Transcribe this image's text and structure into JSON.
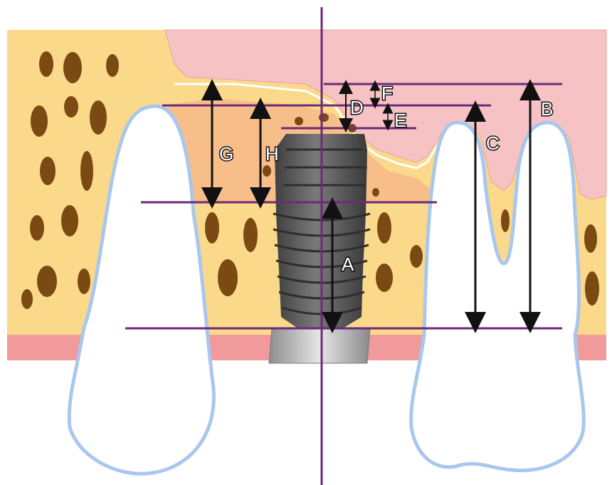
{
  "labels": {
    "a": "A",
    "b": "B",
    "c": "C",
    "d": "D",
    "e": "E",
    "f": "F",
    "g": "G",
    "h": "H"
  },
  "colors": {
    "background": "#ffffff",
    "bone": "#fad98a",
    "bone_pore": "#7a4a12",
    "gingiva": "#f7c2c4",
    "gingiva_band": "#f19a9c",
    "graft_zone": "#f6b98a",
    "tooth": "#ffffff",
    "tooth_outline": "#a9c7ee",
    "implant": "#5c5c5c",
    "abutment": "#bdbdbd",
    "reference_line": "#6b2a78",
    "arrow": "#111111"
  }
}
